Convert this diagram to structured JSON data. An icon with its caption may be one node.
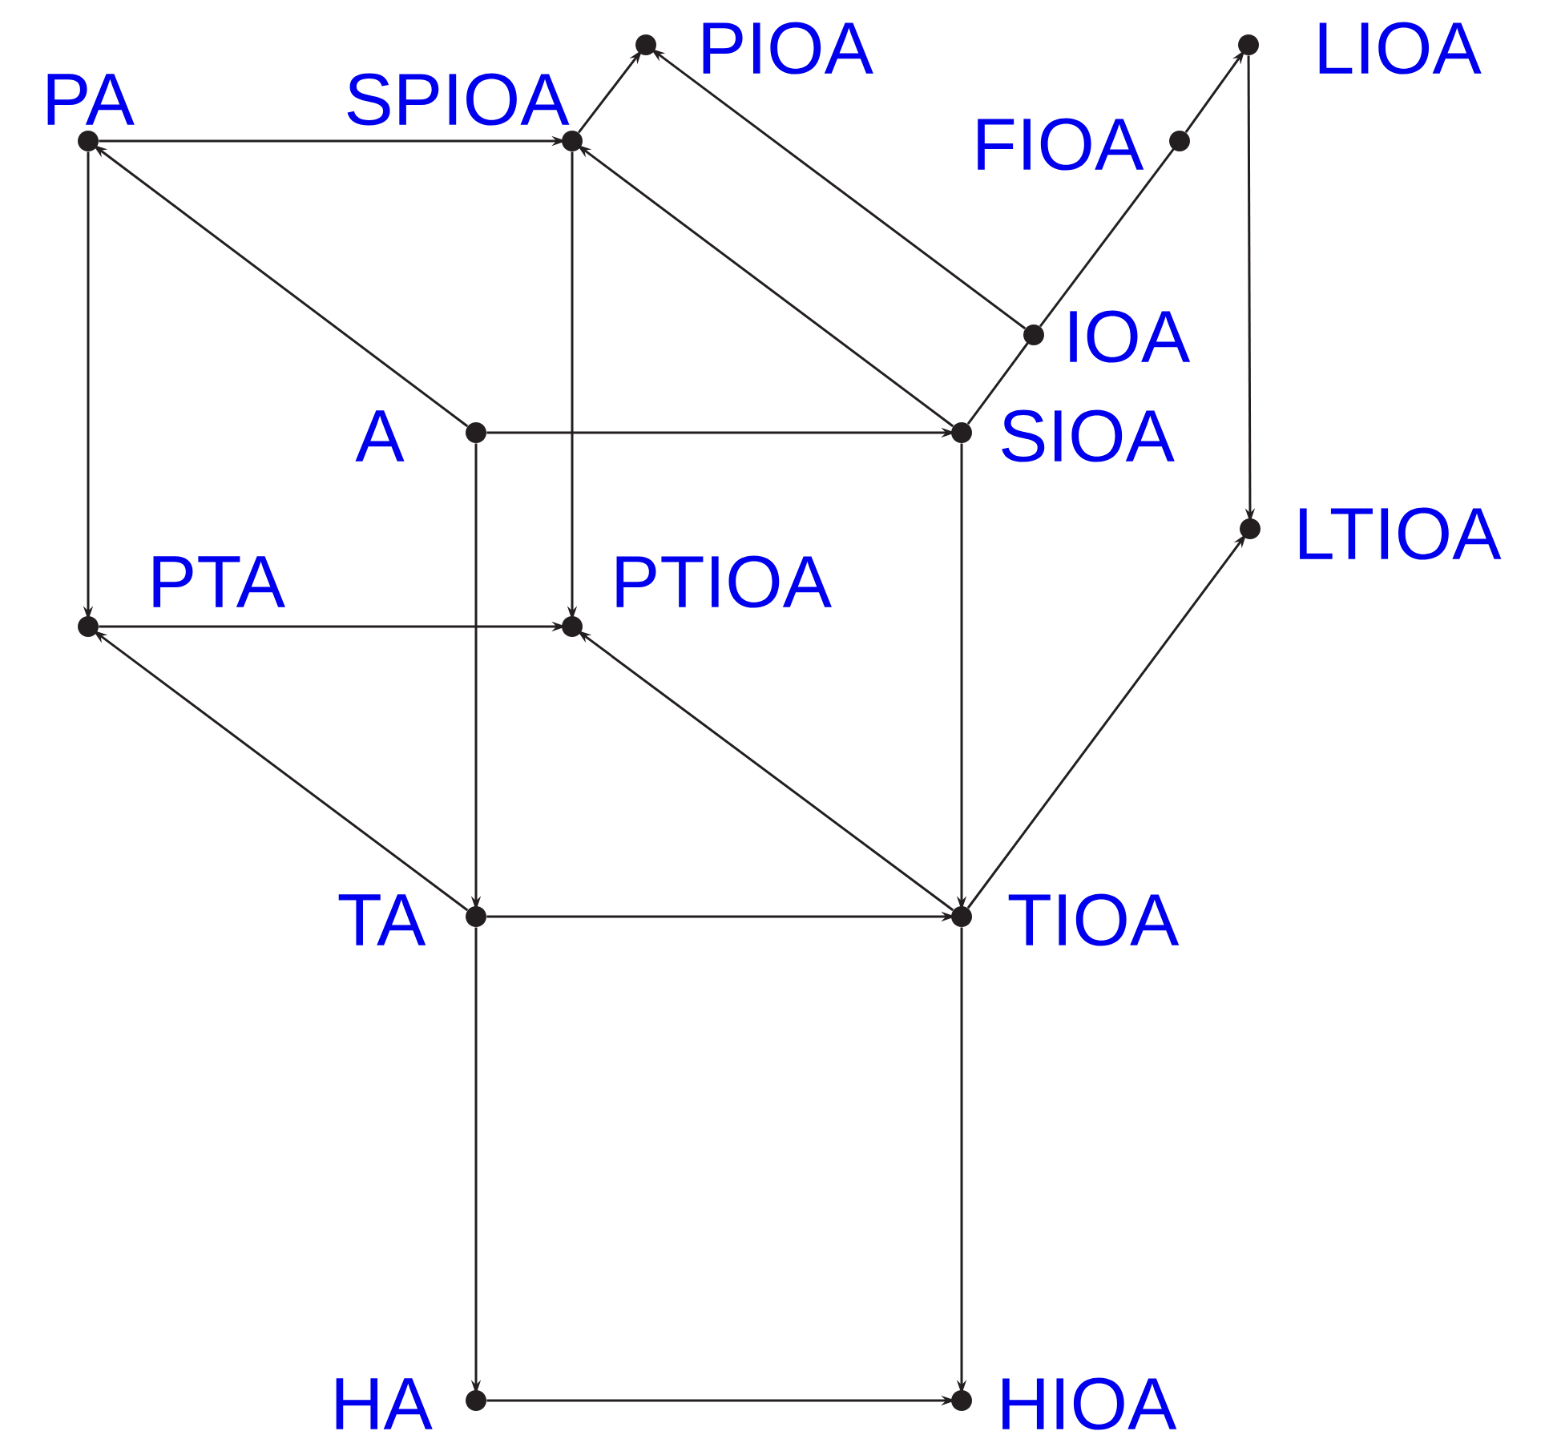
{
  "diagram": {
    "nodes": [
      {
        "text": [
          "PA"
        ]
      },
      {
        "text": [
          "SPIOA"
        ]
      },
      {
        "text": [
          "PIOA"
        ]
      },
      {
        "text": [
          "LIOA"
        ]
      },
      {
        "text": [
          "FIOA"
        ]
      },
      {
        "text": [
          "IOA"
        ]
      },
      {
        "text": [
          "A"
        ]
      },
      {
        "text": [
          "SIOA"
        ]
      },
      {
        "text": [
          "LTIOA"
        ]
      },
      {
        "text": [
          "PTA"
        ]
      },
      {
        "text": [
          "PTIOA"
        ]
      },
      {
        "text": [
          "TA"
        ]
      },
      {
        "text": [
          "TIOA"
        ]
      },
      {
        "text": [
          "HA"
        ]
      },
      {
        "text": [
          "HIOA"
        ]
      }
    ],
    "edges": [
      {
        "from": 0,
        "to": 1,
        "arrow": "to"
      },
      {
        "from": 0,
        "to": 9,
        "arrow": "to"
      },
      {
        "from": 1,
        "to": 10,
        "arrow": "to"
      },
      {
        "from": 1,
        "to": 2,
        "arrow": "to"
      },
      {
        "from": 6,
        "to": 0,
        "arrow": "to"
      },
      {
        "from": 6,
        "to": 7,
        "arrow": "to"
      },
      {
        "from": 6,
        "to": 11,
        "arrow": "to"
      },
      {
        "from": 5,
        "to": 2,
        "arrow": "to"
      },
      {
        "from": 7,
        "to": 1,
        "arrow": "to"
      },
      {
        "from": 7,
        "to": 5,
        "arrow": "none"
      },
      {
        "from": 5,
        "to": 4,
        "arrow": "none"
      },
      {
        "from": 4,
        "to": 3,
        "arrow": "to"
      },
      {
        "from": 3,
        "to": 8,
        "arrow": "to"
      },
      {
        "from": 7,
        "to": 12,
        "arrow": "to"
      },
      {
        "from": 9,
        "to": 10,
        "arrow": "to"
      },
      {
        "from": 11,
        "to": 9,
        "arrow": "to"
      },
      {
        "from": 11,
        "to": 12,
        "arrow": "to"
      },
      {
        "from": 11,
        "to": 13,
        "arrow": "to"
      },
      {
        "from": 12,
        "to": 10,
        "arrow": "to"
      },
      {
        "from": 12,
        "to": 8,
        "arrow": "to"
      },
      {
        "from": 12,
        "to": 14,
        "arrow": "to"
      },
      {
        "from": 13,
        "to": 14,
        "arrow": "to"
      }
    ]
  }
}
